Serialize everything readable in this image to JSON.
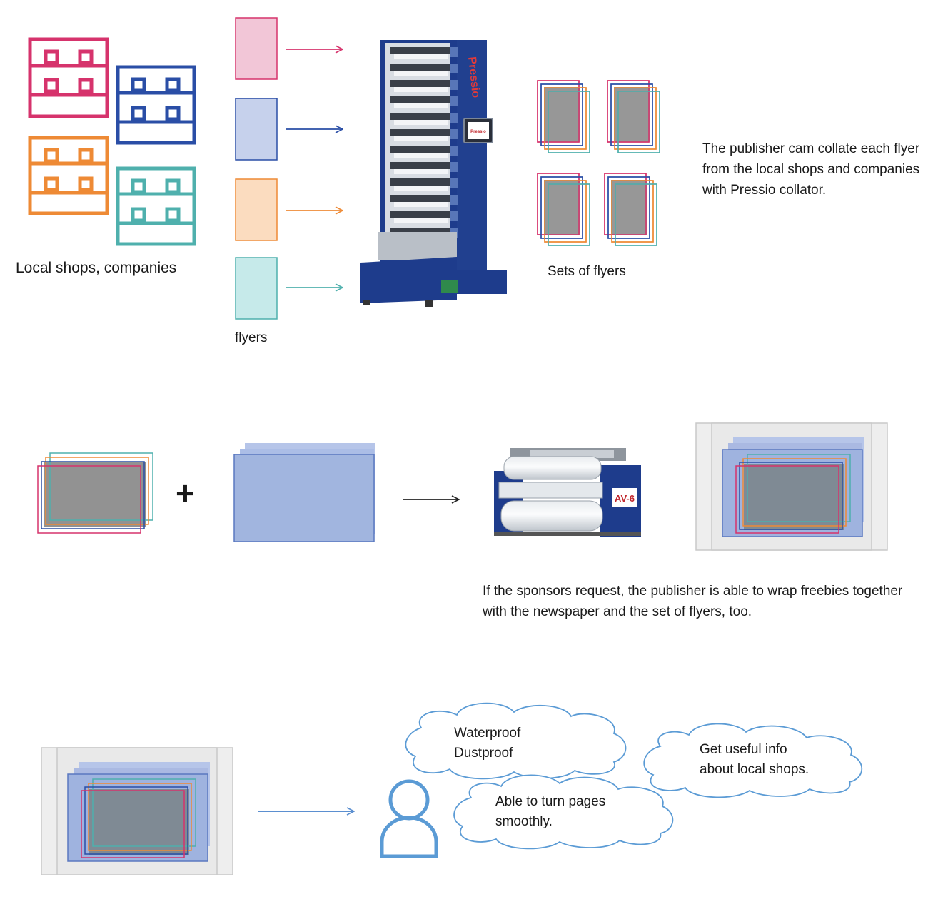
{
  "section1": {
    "shops_label": "Local shops, companies",
    "flyers_label": "flyers",
    "sets_label": "Sets of flyers",
    "description": "The publisher cam collate each flyer from the local shops and companies with Pressio collator.",
    "machine_brand": "Pressio"
  },
  "section2": {
    "plus_symbol": "+",
    "wrapper_badge": "AV-6",
    "description": "If the sponsors request, the publisher is able to wrap freebies together with the newspaper and the set of flyers, too."
  },
  "section3": {
    "bubble1_line1": "Waterproof",
    "bubble1_line2": "Dustproof",
    "bubble2_line1": "Get useful info",
    "bubble2_line2": "about local shops.",
    "bubble3_line1": "Able to turn pages",
    "bubble3_line2": "smoothly."
  },
  "colors": {
    "magenta": "#d6336c",
    "blue": "#2a4ea6",
    "orange": "#ee8a35",
    "teal": "#4fb0ad",
    "machine_navy": "#1e3c8c",
    "paper_gray": "#8c8c8c",
    "newspaper_blue": "#9db2df",
    "cloud_blue": "#6a9fd8"
  }
}
